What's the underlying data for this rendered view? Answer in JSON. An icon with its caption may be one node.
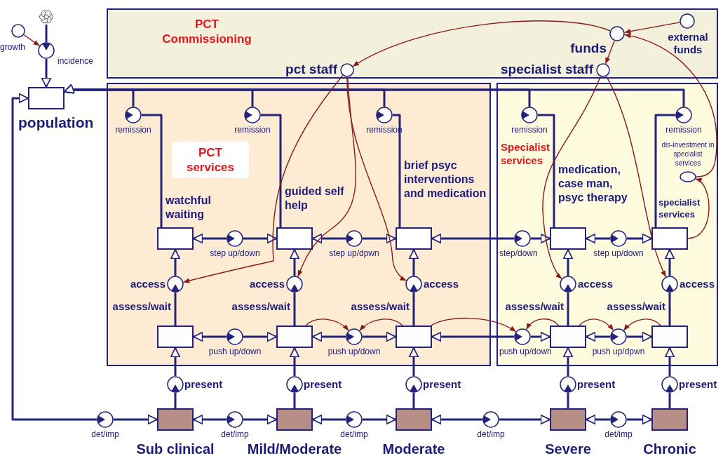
{
  "diagram": {
    "nodes": [
      {
        "text": [],
        "shape": "cloud"
      },
      {
        "text": [
          "growth"
        ]
      },
      {
        "text": [
          "incidence"
        ]
      },
      {
        "text": [
          "population"
        ]
      },
      {
        "text": [
          "PCT Commissioning"
        ]
      },
      {
        "text": [
          "pct staff"
        ],
        "in": 4
      },
      {
        "text": [
          "funds"
        ],
        "in": 4
      },
      {
        "text": [
          "specialist staff"
        ],
        "in": 4
      },
      {
        "text": [
          "external funds"
        ],
        "in": 4
      },
      {
        "text": [
          "PCT services"
        ]
      },
      {
        "text": [
          "Specialist services"
        ]
      },
      {
        "text": [
          "dis-investment in specialist services"
        ],
        "in": 10
      },
      {
        "text": [
          "remission"
        ],
        "in": 9
      },
      {
        "text": [
          "remission"
        ],
        "in": 9
      },
      {
        "text": [
          "remission"
        ],
        "in": 9
      },
      {
        "text": [
          "remission"
        ],
        "in": 10
      },
      {
        "text": [
          "remission"
        ],
        "in": 10
      },
      {
        "text": [
          "watchful waiting"
        ],
        "in": 9
      },
      {
        "text": [
          "guided self help"
        ],
        "in": 9
      },
      {
        "text": [
          "brief psyc interventions and medication"
        ],
        "in": 9
      },
      {
        "text": [
          "medication, case man, psyc therapy"
        ],
        "in": 10
      },
      {
        "text": [
          "specialist services"
        ],
        "in": 10
      },
      {
        "text": [
          "step up/down"
        ],
        "in": 9
      },
      {
        "text": [
          "step up/dpwn"
        ],
        "in": 9
      },
      {
        "text": [
          "step/down"
        ],
        "in": 10
      },
      {
        "text": [
          "step up/down"
        ],
        "in": 10
      },
      {
        "text": [
          "access"
        ],
        "in": 9
      },
      {
        "text": [
          "access"
        ],
        "in": 9
      },
      {
        "text": [
          "access"
        ],
        "in": 9
      },
      {
        "text": [
          "access"
        ],
        "in": 10
      },
      {
        "text": [
          "access"
        ],
        "in": 10
      },
      {
        "text": [
          "assess/wait"
        ],
        "in": 9
      },
      {
        "text": [
          "assess/wait"
        ],
        "in": 9
      },
      {
        "text": [
          "assess/wait"
        ],
        "in": 9
      },
      {
        "text": [
          "assess/wait"
        ],
        "in": 10
      },
      {
        "text": [
          "assess/wait"
        ],
        "in": 10
      },
      {
        "text": [
          "push up/down"
        ],
        "in": 9
      },
      {
        "text": [
          "push up/down"
        ],
        "in": 9
      },
      {
        "text": [
          "push up/down"
        ],
        "in": 10
      },
      {
        "text": [
          "push up/dpwn"
        ],
        "in": 10
      },
      {
        "text": [
          "present"
        ]
      },
      {
        "text": [
          "present"
        ]
      },
      {
        "text": [
          "present"
        ]
      },
      {
        "text": [
          "present"
        ]
      },
      {
        "text": [
          "present"
        ]
      },
      {
        "text": [
          "det/imp"
        ]
      },
      {
        "text": [
          "Sub clinical"
        ]
      },
      {
        "text": [
          "det/imp"
        ]
      },
      {
        "text": [
          "Mild/Moderate"
        ]
      },
      {
        "text": [
          "det/imp"
        ]
      },
      {
        "text": [
          "Moderate"
        ]
      },
      {
        "text": [
          "det/imp"
        ]
      },
      {
        "text": [
          "Severe"
        ]
      },
      {
        "text": [
          "det/imp"
        ]
      },
      {
        "text": [
          "Chronic"
        ]
      }
    ],
    "edges": [
      {
        "from": 0,
        "to": 2,
        "arrow": "none"
      },
      {
        "from": 2,
        "to": 3,
        "arrow": "to"
      },
      {
        "from": 17,
        "to": 12,
        "arrow": "none"
      },
      {
        "from": 12,
        "to": 3,
        "arrow": "to"
      },
      {
        "from": 18,
        "to": 13,
        "arrow": "none"
      },
      {
        "from": 13,
        "to": 3,
        "arrow": "to"
      },
      {
        "from": 19,
        "to": 14,
        "arrow": "none"
      },
      {
        "from": 14,
        "to": 3,
        "arrow": "to"
      },
      {
        "from": 20,
        "to": 15,
        "arrow": "none"
      },
      {
        "from": 15,
        "to": 3,
        "arrow": "to"
      },
      {
        "from": 21,
        "to": 16,
        "arrow": "none"
      },
      {
        "from": 16,
        "to": 3,
        "arrow": "to"
      },
      {
        "from": 22,
        "to": 17,
        "arrow": "to"
      },
      {
        "from": 22,
        "to": 18,
        "arrow": "to"
      },
      {
        "from": 23,
        "to": 18,
        "arrow": "to"
      },
      {
        "from": 23,
        "to": 19,
        "arrow": "to"
      },
      {
        "from": 24,
        "to": 19,
        "arrow": "to"
      },
      {
        "from": 24,
        "to": 20,
        "arrow": "to"
      },
      {
        "from": 25,
        "to": 20,
        "arrow": "to"
      },
      {
        "from": 25,
        "to": 21,
        "arrow": "to"
      },
      {
        "from": 31,
        "to": 26,
        "arrow": "none"
      },
      {
        "from": 26,
        "to": 17,
        "arrow": "to"
      },
      {
        "from": 32,
        "to": 27,
        "arrow": "none"
      },
      {
        "from": 27,
        "to": 18,
        "arrow": "to"
      },
      {
        "from": 33,
        "to": 28,
        "arrow": "none"
      },
      {
        "from": 28,
        "to": 19,
        "arrow": "to"
      },
      {
        "from": 34,
        "to": 29,
        "arrow": "none"
      },
      {
        "from": 29,
        "to": 20,
        "arrow": "to"
      },
      {
        "from": 35,
        "to": 30,
        "arrow": "none"
      },
      {
        "from": 30,
        "to": 21,
        "arrow": "to"
      },
      {
        "from": 36,
        "to": 31,
        "arrow": "to"
      },
      {
        "from": 36,
        "to": 32,
        "arrow": "to"
      },
      {
        "from": 37,
        "to": 32,
        "arrow": "to"
      },
      {
        "from": 37,
        "to": 33,
        "arrow": "to"
      },
      {
        "from": 38,
        "to": 33,
        "arrow": "to"
      },
      {
        "from": 38,
        "to": 34,
        "arrow": "to"
      },
      {
        "from": 39,
        "to": 34,
        "arrow": "to"
      },
      {
        "from": 39,
        "to": 35,
        "arrow": "to"
      },
      {
        "from": 46,
        "to": 40,
        "arrow": "none"
      },
      {
        "from": 40,
        "to": 31,
        "arrow": "to"
      },
      {
        "from": 48,
        "to": 41,
        "arrow": "none"
      },
      {
        "from": 41,
        "to": 32,
        "arrow": "to"
      },
      {
        "from": 50,
        "to": 42,
        "arrow": "none"
      },
      {
        "from": 42,
        "to": 33,
        "arrow": "to"
      },
      {
        "from": 52,
        "to": 43,
        "arrow": "none"
      },
      {
        "from": 43,
        "to": 34,
        "arrow": "to"
      },
      {
        "from": 54,
        "to": 44,
        "arrow": "none"
      },
      {
        "from": 44,
        "to": 35,
        "arrow": "to"
      },
      {
        "from": 45,
        "to": 3,
        "arrow": "to"
      },
      {
        "from": 45,
        "to": 46,
        "arrow": "to"
      },
      {
        "from": 47,
        "to": 46,
        "arrow": "to"
      },
      {
        "from": 47,
        "to": 48,
        "arrow": "to"
      },
      {
        "from": 49,
        "to": 48,
        "arrow": "to"
      },
      {
        "from": 49,
        "to": 50,
        "arrow": "to"
      },
      {
        "from": 51,
        "to": 50,
        "arrow": "to"
      },
      {
        "from": 51,
        "to": 52,
        "arrow": "to"
      },
      {
        "from": 53,
        "to": 52,
        "arrow": "to"
      },
      {
        "from": 53,
        "to": 54,
        "arrow": "to"
      },
      {
        "from": 8,
        "to": 6,
        "arrow": "to",
        "color": "#8b1a1a"
      },
      {
        "from": 6,
        "to": 5,
        "arrow": "to",
        "color": "#8b1a1a"
      },
      {
        "from": 6,
        "to": 7,
        "arrow": "to",
        "color": "#8b1a1a"
      },
      {
        "from": 11,
        "to": 6,
        "arrow": "to",
        "color": "#8b1a1a"
      },
      {
        "from": 21,
        "to": 11,
        "arrow": "to",
        "color": "#8b1a1a"
      },
      {
        "from": 1,
        "to": 2,
        "arrow": "to",
        "color": "#8b1a1a"
      },
      {
        "from": 5,
        "to": 26,
        "arrow": "to",
        "color": "#8b1a1a"
      },
      {
        "from": 5,
        "to": 27,
        "arrow": "to",
        "color": "#8b1a1a"
      },
      {
        "from": 5,
        "to": 28,
        "arrow": "to",
        "color": "#8b1a1a"
      },
      {
        "from": 7,
        "to": 29,
        "arrow": "to",
        "color": "#8b1a1a"
      },
      {
        "from": 7,
        "to": 30,
        "arrow": "to",
        "color": "#8b1a1a"
      },
      {
        "from": 32,
        "to": 37,
        "arrow": "to",
        "color": "#8b1a1a"
      },
      {
        "from": 33,
        "to": 37,
        "arrow": "to",
        "color": "#8b1a1a"
      },
      {
        "from": 33,
        "to": 38,
        "arrow": "to",
        "color": "#8b1a1a"
      },
      {
        "from": 34,
        "to": 38,
        "arrow": "to",
        "color": "#8b1a1a"
      },
      {
        "from": 34,
        "to": 39,
        "arrow": "to",
        "color": "#8b1a1a"
      },
      {
        "from": 35,
        "to": 39,
        "arrow": "to",
        "color": "#8b1a1a"
      }
    ]
  }
}
